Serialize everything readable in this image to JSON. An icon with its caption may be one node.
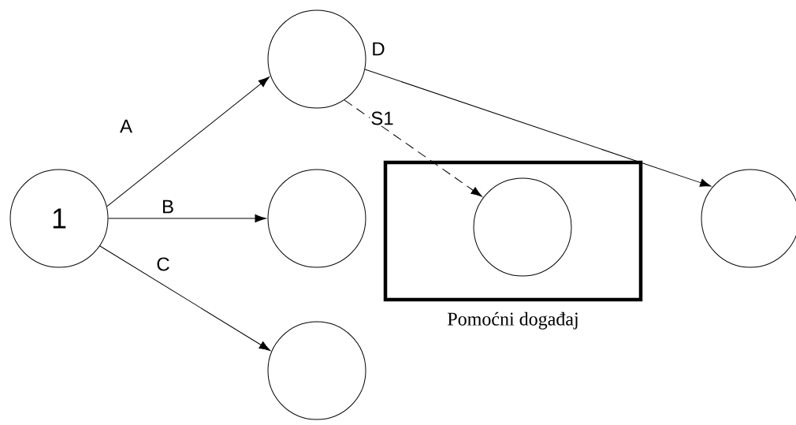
{
  "diagram": {
    "nodes": [
      {
        "text": [
          "1"
        ]
      },
      {
        "text": [],
        "shape": "circle"
      },
      {
        "text": [],
        "shape": "circle"
      },
      {
        "text": [],
        "shape": "circle"
      },
      {
        "text": [
          "Pomoćni događaj"
        ]
      },
      {
        "text": [],
        "shape": "circle",
        "in": 4
      },
      {
        "text": [],
        "shape": "circle"
      }
    ],
    "edges": [
      {
        "from": 0,
        "to": 1,
        "arrow": "to",
        "label": "A"
      },
      {
        "from": 0,
        "to": 2,
        "arrow": "to",
        "label": "B"
      },
      {
        "from": 0,
        "to": 3,
        "arrow": "to",
        "label": "C"
      },
      {
        "from": 1,
        "to": 6,
        "arrow": "to",
        "label": "D"
      },
      {
        "from": 1,
        "to": 5,
        "arrow": "to",
        "label": "S1",
        "style": "dashed"
      }
    ]
  }
}
